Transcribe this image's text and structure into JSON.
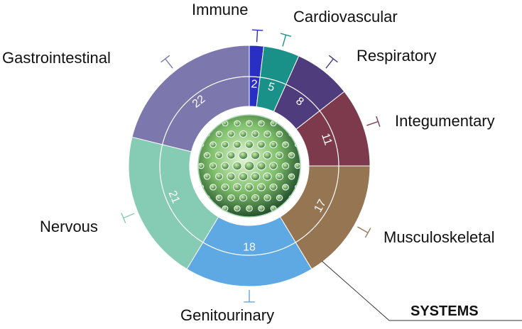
{
  "chart_data": {
    "type": "pie",
    "style": "donut",
    "categories": [
      "Immune",
      "Cardiovascular",
      "Respiratory",
      "Integumentary",
      "Musculoskeletal",
      "Genitourinary",
      "Nervous",
      "Gastrointestinal"
    ],
    "values": [
      2,
      5,
      8,
      11,
      17,
      18,
      21,
      22
    ],
    "colors": [
      "#2a2fc4",
      "#1a9188",
      "#4e3c7d",
      "#7e3a4d",
      "#967552",
      "#5ea9e4",
      "#86cbb3",
      "#7c77ad"
    ],
    "center_image": "green-cell-sphere",
    "annotation": "SYSTEMS"
  }
}
